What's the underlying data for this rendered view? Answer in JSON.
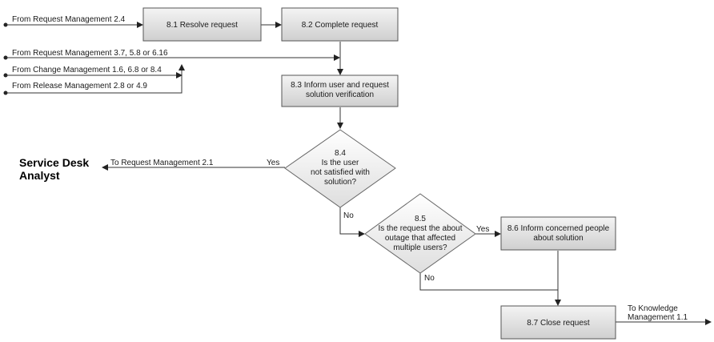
{
  "lane_label": {
    "line1": "Service Desk",
    "line2": "Analyst"
  },
  "inputs": {
    "from_rm_24": "From Request Management 2.4",
    "from_rm_37": "From Request Management 3.7, 5.8 or 6.16",
    "from_cm": "From Change Management 1.6, 6.8 or 8.4",
    "from_rel": "From Release Management 2.8 or 4.9"
  },
  "steps": {
    "s81": "8.1 Resolve request",
    "s82": "8.2 Complete request",
    "s83_l1": "8.3 Inform user and request",
    "s83_l2": "solution verification",
    "s86_l1": "8.6 Inform concerned people",
    "s86_l2": "about solution",
    "s87": "8.7 Close request"
  },
  "decisions": {
    "d84": {
      "l1": "8.4",
      "l2": "Is the user",
      "l3": "not satisfied with",
      "l4": "solution?"
    },
    "d85": {
      "l1": "8.5",
      "l2": "Is the request the about",
      "l3": "outage that affected",
      "l4": "multiple users?"
    }
  },
  "connectors": {
    "yes_84": "Yes",
    "no_84": "No",
    "yes_85": "Yes",
    "no_85": "No"
  },
  "outputs": {
    "to_rm_21": "To Request Management 2.1",
    "to_km_l1": "To Knowledge",
    "to_km_l2": "Management 1.1"
  }
}
